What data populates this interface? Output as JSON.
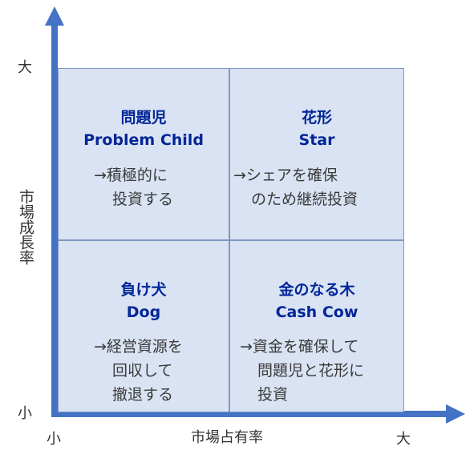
{
  "axes": {
    "y_high": "大",
    "y_low": "小",
    "y_title": "市場成長率",
    "x_low": "小",
    "x_high": "大",
    "x_title": "市場占有率",
    "color": "#4472c4"
  },
  "quadrants": {
    "problem_child": {
      "title_ja": "問題児",
      "title_en": "Problem Child",
      "desc": [
        "→積極的に",
        "投資する"
      ]
    },
    "star": {
      "title_ja": "花形",
      "title_en": "Star",
      "desc": [
        "→シェアを確保",
        "のため継続投資"
      ]
    },
    "dog": {
      "title_ja": "負け犬",
      "title_en": "Dog",
      "desc": [
        "→経営資源を",
        "回収して",
        "撤退する"
      ]
    },
    "cash_cow": {
      "title_ja": "金のなる木",
      "title_en": "Cash Cow",
      "desc": [
        "→資金を確保して",
        "問題児と花形に",
        "投資"
      ]
    }
  },
  "colors": {
    "quadrant_fill": "#dae3f3",
    "quadrant_border": "#7f96c4",
    "title_text": "#002699"
  }
}
